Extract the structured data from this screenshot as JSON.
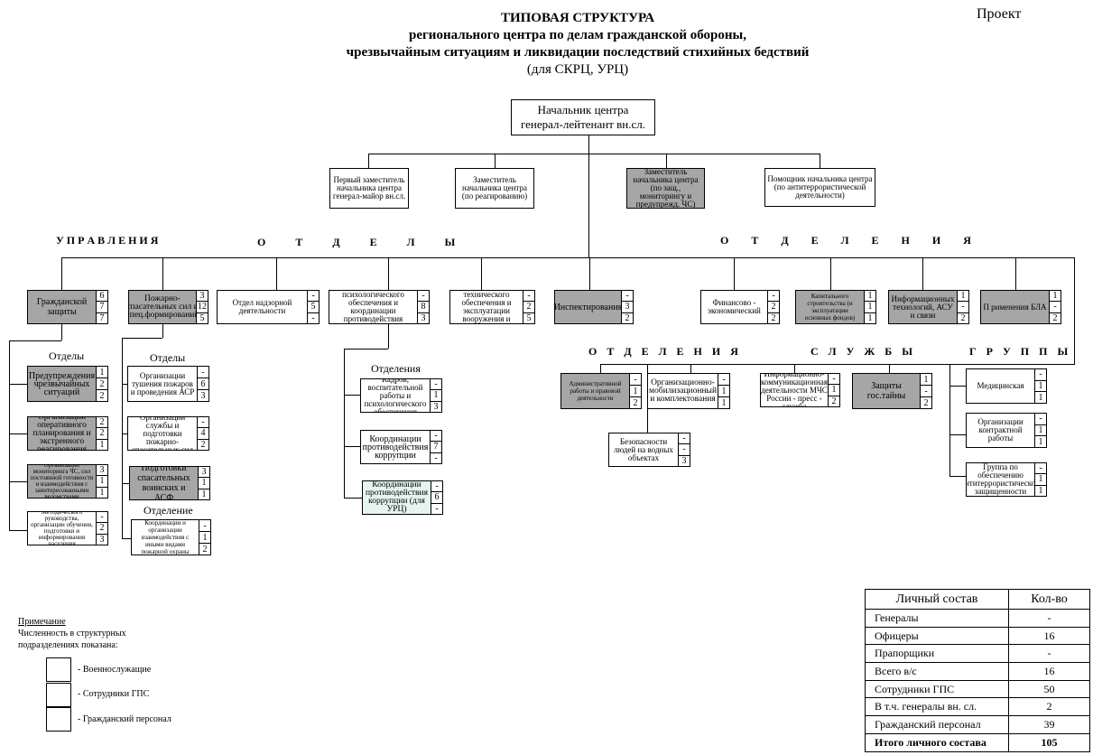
{
  "title": {
    "line1": "ТИПОВАЯ СТРУКТУРА",
    "line2": "регионального центра по делам гражданской обороны,",
    "line3": "чрезвычайным ситуациям и ликвидации последствий стихийных бедствий",
    "line4": "(для СКРЦ, УРЦ)"
  },
  "proekt": "Проект",
  "head": {
    "line1": "Начальник центра",
    "line2": "генерал-лейтенант вн.сл."
  },
  "deputies": [
    {
      "text": "Первый заместитель начальника центра\nгенерал-майор вн.сл."
    },
    {
      "text": "Заместитель начальника центра (по реагированию)"
    },
    {
      "text": "Заместитель начальника центра (по защ., мониторингу и предупрежд. ЧС)"
    },
    {
      "text": "Помощник начальника центра (по антитеррористической деятельности)"
    }
  ],
  "sections": {
    "upravleniya": "У П Р А В Л Е Н И Я",
    "otdely": "О   Т   Д   Е   Л   Ы",
    "otdeleniya": "О   Т   Д   Е   Л   Е   Н   И   Я",
    "otdeleniya2": "О Т Д Е Л Е Н И Я",
    "sluzhby": "С Л У Ж Б Ы",
    "gruppy": "Г Р У П П Ы"
  },
  "row1": [
    {
      "text": "Гражданской защиты",
      "nums": [
        "6",
        "7",
        "7"
      ]
    },
    {
      "text": "Пожарно-спасательных сил и спец.формирований",
      "nums": [
        "3",
        "12",
        "5"
      ]
    },
    {
      "text": "Отдел надзорной деятельности",
      "nums": [
        "-",
        "5",
        "-"
      ]
    },
    {
      "text": "Кадров, восп. работы, психологического обеспечения и координации противодействия коррупции",
      "nums": [
        "-",
        "8",
        "3"
      ]
    },
    {
      "text": "Материально-технического обеспечения и эксплуатации вооружения и техники",
      "nums": [
        "-",
        "2",
        "5"
      ]
    },
    {
      "text": "Инспектирования",
      "nums": [
        "-",
        "3",
        "2"
      ]
    },
    {
      "text": "Финансово - экономический",
      "nums": [
        "-",
        "2",
        "2"
      ]
    },
    {
      "text": "Капитального строительства (и эксплуатации основных фондов)",
      "nums": [
        "1",
        "1",
        "1"
      ]
    },
    {
      "text": "Информационных технологий, АСУ и связи",
      "nums": [
        "1",
        "-",
        "2"
      ]
    },
    {
      "text": "П рименения БЛА",
      "nums": [
        "1",
        "-",
        "2"
      ]
    }
  ],
  "otdely_labels": {
    "a": "Отделы",
    "b": "Отделы",
    "c": "Отделения",
    "d": "Отделение"
  },
  "col1": [
    {
      "text": "Предупреждения чрезвычайных ситуаций",
      "nums": [
        "1",
        "2",
        "2"
      ]
    },
    {
      "text": "Организации оперативного планирования и экстренного реагирования",
      "nums": [
        "2",
        "2",
        "1"
      ]
    },
    {
      "text": "Организации мониторинга ЧС, сил постоянной готовности и взаимодействия с заинтересованными ведомствами",
      "nums": [
        "3",
        "1",
        "1"
      ]
    },
    {
      "text": "Методического руководства, организации обучения, подготовки и информирования населения",
      "nums": [
        "-",
        "2",
        "3"
      ]
    }
  ],
  "col2": [
    {
      "text": "Организации тушения пожаров и проведения АСР",
      "nums": [
        "-",
        "6",
        "3"
      ]
    },
    {
      "text": "Организации службы и подготовки пожарно-спасательных сил",
      "nums": [
        "-",
        "4",
        "2"
      ]
    },
    {
      "text": "Подготовки спасательных воинских и АСФ",
      "nums": [
        "3",
        "1",
        "1"
      ]
    },
    {
      "text": "Координации и организации взаимодействия с иными видами пожарной охраны",
      "nums": [
        "-",
        "1",
        "2"
      ]
    }
  ],
  "col3": [
    {
      "text": "Кадров, воспитательной работы и психологического обеспечения",
      "nums": [
        "-",
        "1",
        "3"
      ]
    },
    {
      "text": "Координации противодействия коррупции",
      "nums": [
        "-",
        "7",
        "-"
      ]
    },
    {
      "text": "Координации противодействия коррупции (для УРЦ)",
      "nums": [
        "-",
        "6",
        "-"
      ]
    }
  ],
  "otd2": [
    {
      "text": "Административной работы и правовой деятельности",
      "nums": [
        "-",
        "1",
        "2"
      ]
    },
    {
      "text": "Организационно-мобилизационный и комплектования",
      "nums": [
        "-",
        "1",
        "1"
      ]
    },
    {
      "text": "Безопасности людей на водных объектах",
      "nums": [
        "-",
        "-",
        "3"
      ]
    }
  ],
  "sluzhby": [
    {
      "text": "Информационно-коммуникационная деятельности МЧС России - пресс - служба",
      "nums": [
        "-",
        "1",
        "2"
      ]
    },
    {
      "text": "Защиты гос.тайны",
      "nums": [
        "1",
        "-",
        "2"
      ]
    }
  ],
  "gruppy": [
    {
      "text": "Медицинская",
      "nums": [
        "-",
        "1",
        "1"
      ]
    },
    {
      "text": "Организации контрактной работы",
      "nums": [
        "-",
        "1",
        "1"
      ]
    },
    {
      "text": "Группа по обеспечению антитеррористической защищенности",
      "nums": [
        "-",
        "1",
        "1"
      ]
    }
  ],
  "note": {
    "title": "Примечание",
    "line1": "Численность в структурных",
    "line2": "подразделениях показана:",
    "l1": "- Военнослужащие",
    "l2": "- Сотрудники ГПС",
    "l3": "- Гражданский персонал"
  },
  "stats": {
    "h1": "Личный состав",
    "h2": "Кол-во",
    "rows": [
      {
        "label": "Генералы",
        "value": "-"
      },
      {
        "label": "Офицеры",
        "value": "16"
      },
      {
        "label": "Прапорщики",
        "value": "-"
      },
      {
        "label": "Всего в/с",
        "value": "16"
      },
      {
        "label": "Сотрудники ГПС",
        "value": "50"
      },
      {
        "label": "В т.ч. генералы вн. сл.",
        "value": "2"
      },
      {
        "label": "Гражданский персонал",
        "value": "39"
      },
      {
        "label": "Итого личного состава",
        "value": "105"
      }
    ]
  }
}
